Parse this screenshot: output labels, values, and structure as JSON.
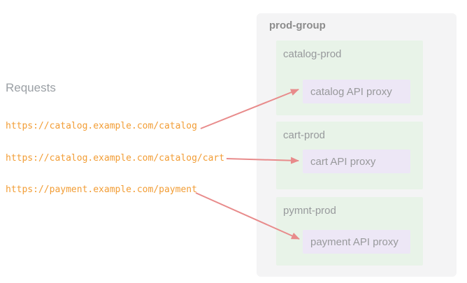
{
  "left_panel": {
    "title": "Requests",
    "requests": [
      {
        "url": "https://catalog.example.com/catalog",
        "target_environment": "catalog-prod",
        "target_proxy": "catalog API proxy"
      },
      {
        "url": "https://catalog.example.com/catalog/cart",
        "target_environment": "cart-prod",
        "target_proxy": "cart API proxy"
      },
      {
        "url": "https://payment.example.com/payment",
        "target_environment": "pymnt-prod",
        "target_proxy": "payment API proxy"
      }
    ]
  },
  "group": {
    "name": "prod-group",
    "environments": [
      {
        "name": "catalog-prod",
        "proxy": "catalog API proxy"
      },
      {
        "name": "cart-prod",
        "proxy": "cart API proxy"
      },
      {
        "name": "pymnt-prod",
        "proxy": "payment API proxy"
      }
    ]
  },
  "colors": {
    "group_bg": "#f4f4f5",
    "environment_bg": "#e8f3e8",
    "proxy_bg": "#ede7f6",
    "arrow": "#e88b8b",
    "url_text": "#f29d35",
    "label_text": "#97999c",
    "group_title_text": "#8c8c8c",
    "requests_title_text": "#9ba0a5"
  }
}
